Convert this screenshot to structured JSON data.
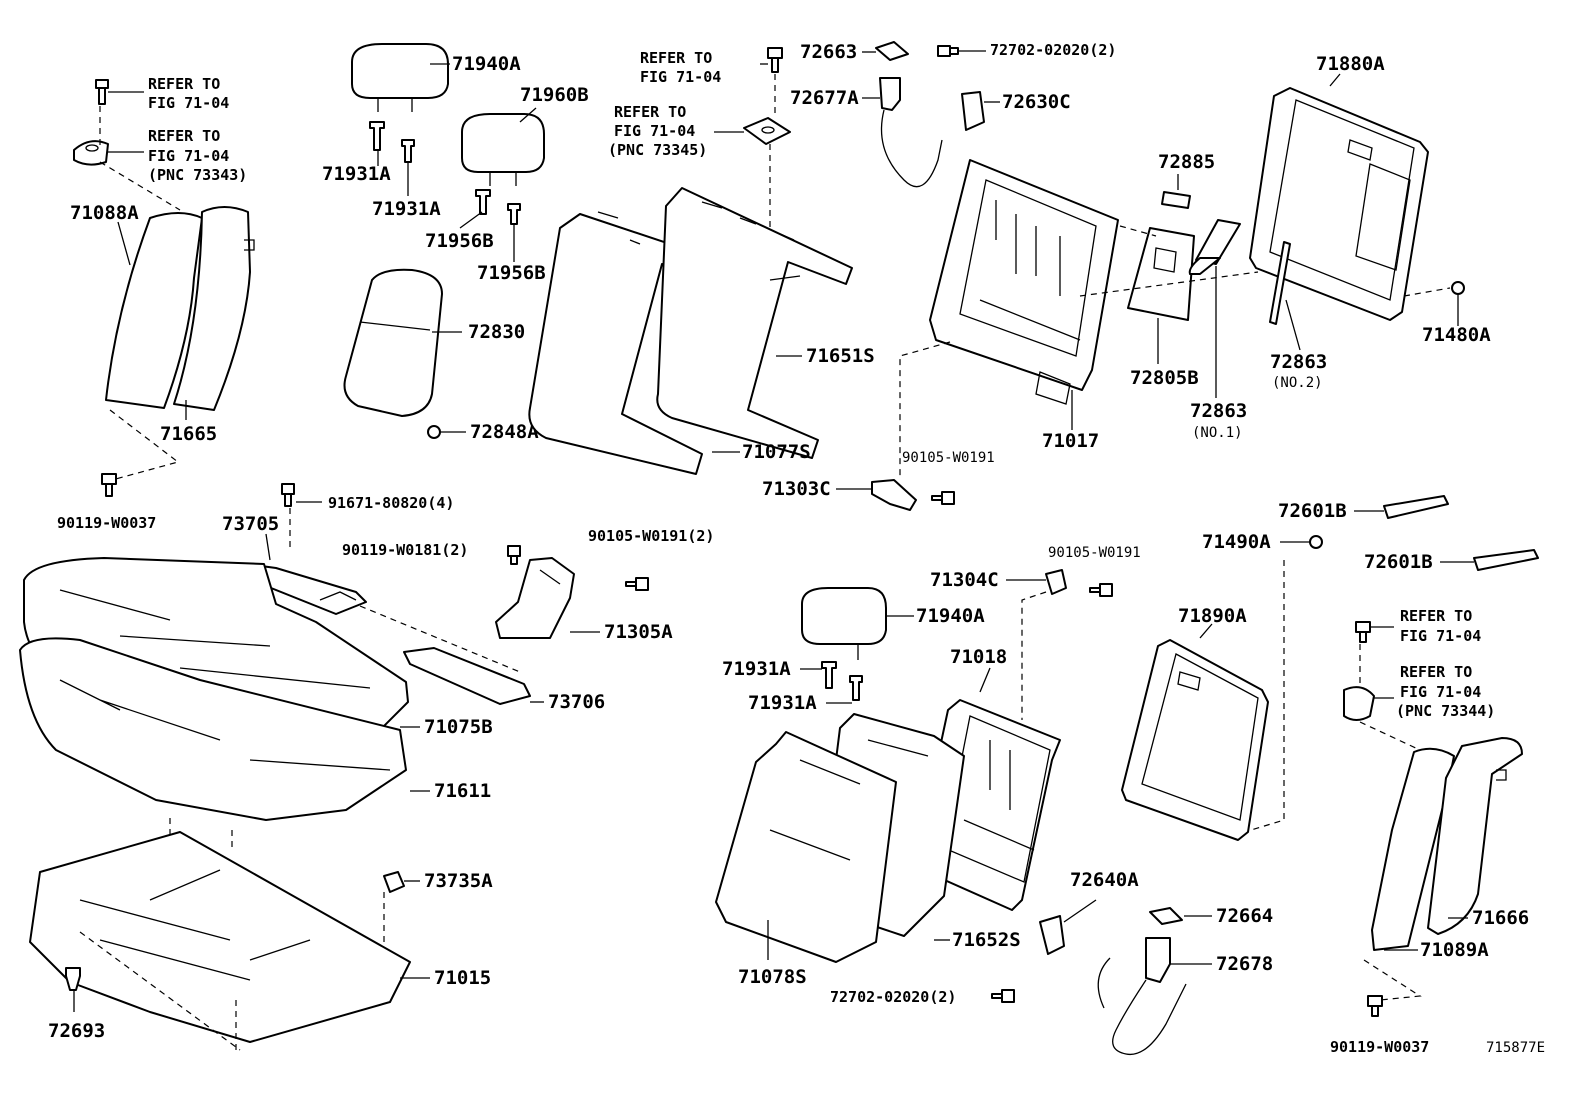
{
  "figure_id": "715877E",
  "labels": {
    "71940A_top": "71940A",
    "71960B": "71960B",
    "71931A_top1": "71931A",
    "71931A_top2": "71931A",
    "71956B_1": "71956B",
    "71956B_2": "71956B",
    "72830": "72830",
    "72848A": "72848A",
    "71088A": "71088A",
    "71665": "71665",
    "90119_W0037_left": "90119-W0037",
    "91671_80820": "91671-80820(4)",
    "73705": "73705",
    "90119_W0181": "90119-W0181(2)",
    "90105_W0191_2": "90105-W0191(2)",
    "71305A": "71305A",
    "73706": "73706",
    "71075B": "71075B",
    "71611": "71611",
    "73735A": "73735A",
    "71015": "71015",
    "72693": "72693",
    "72663": "72663",
    "72702_02020_top": "72702-02020(2)",
    "72677A": "72677A",
    "72630C": "72630C",
    "71651S": "71651S",
    "71077S": "71077S",
    "71880A": "71880A",
    "72885": "72885",
    "71480A": "71480A",
    "72863_no2": "72863",
    "no2": "(NO.2)",
    "72805B": "72805B",
    "72863_no1": "72863",
    "no1": "(NO.1)",
    "71017": "71017",
    "90105_W0191_mid": "90105-W0191",
    "71303C": "71303C",
    "72601B_1": "72601B",
    "72601B_2": "72601B",
    "71490A": "71490A",
    "90105_W0191_low": "90105-W0191",
    "71304C": "71304C",
    "71940A_low": "71940A",
    "71931A_low1": "71931A",
    "71931A_low2": "71931A",
    "71018": "71018",
    "71890A": "71890A",
    "72640A": "72640A",
    "72664": "72664",
    "72678": "72678",
    "71652S": "71652S",
    "71078S": "71078S",
    "72702_02020_low": "72702-02020(2)",
    "71666": "71666",
    "71089A": "71089A",
    "90119_W0037_right": "90119-W0037"
  },
  "notes": {
    "refer_to": "REFER TO",
    "fig": "FIG 71-04",
    "pnc_73343": "(PNC 73343)",
    "pnc_73345": "(PNC 73345)",
    "pnc_73344": "(PNC 73344)"
  }
}
